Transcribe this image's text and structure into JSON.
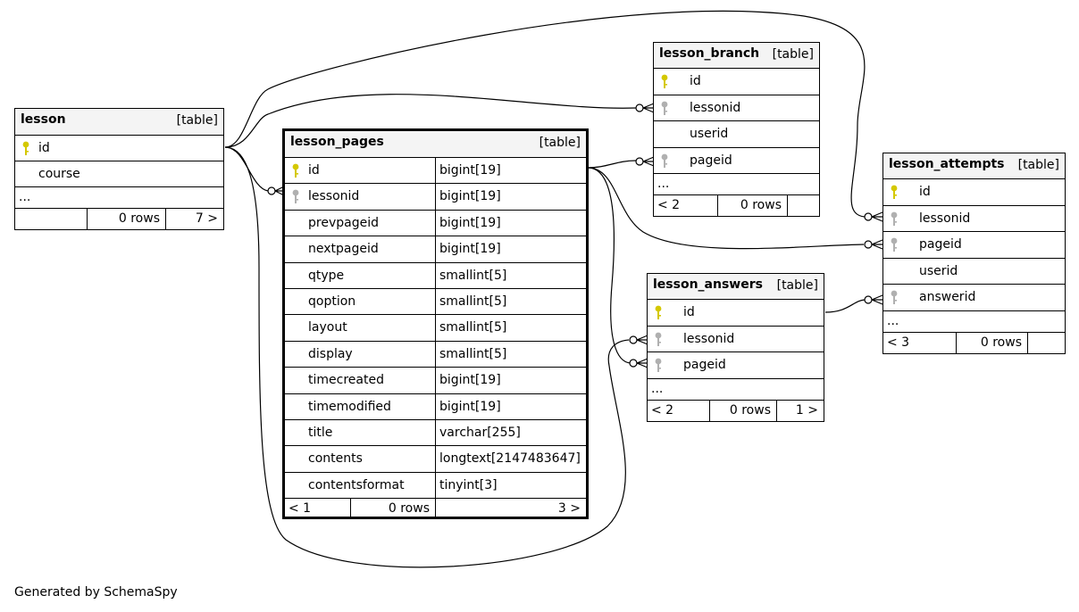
{
  "tables": {
    "lesson": {
      "name": "lesson",
      "type": "[table]",
      "columns": [
        {
          "name": "id",
          "key": "primary"
        },
        {
          "name": "course",
          "key": ""
        }
      ],
      "more": "...",
      "footer": {
        "left": "",
        "rows": "0 rows",
        "right": "7 >"
      }
    },
    "lesson_pages": {
      "name": "lesson_pages",
      "type": "[table]",
      "columns": [
        {
          "name": "id",
          "type": "bigint[19]",
          "key": "primary"
        },
        {
          "name": "lessonid",
          "type": "bigint[19]",
          "key": "foreign"
        },
        {
          "name": "prevpageid",
          "type": "bigint[19]",
          "key": ""
        },
        {
          "name": "nextpageid",
          "type": "bigint[19]",
          "key": ""
        },
        {
          "name": "qtype",
          "type": "smallint[5]",
          "key": ""
        },
        {
          "name": "qoption",
          "type": "smallint[5]",
          "key": ""
        },
        {
          "name": "layout",
          "type": "smallint[5]",
          "key": ""
        },
        {
          "name": "display",
          "type": "smallint[5]",
          "key": ""
        },
        {
          "name": "timecreated",
          "type": "bigint[19]",
          "key": ""
        },
        {
          "name": "timemodified",
          "type": "bigint[19]",
          "key": ""
        },
        {
          "name": "title",
          "type": "varchar[255]",
          "key": ""
        },
        {
          "name": "contents",
          "type": "longtext[2147483647]",
          "key": ""
        },
        {
          "name": "contentsformat",
          "type": "tinyint[3]",
          "key": ""
        }
      ],
      "footer": {
        "left": "< 1",
        "rows": "0 rows",
        "right": "3 >"
      }
    },
    "lesson_branch": {
      "name": "lesson_branch",
      "type": "[table]",
      "columns": [
        {
          "name": "id",
          "key": "primary"
        },
        {
          "name": "lessonid",
          "key": "foreign"
        },
        {
          "name": "userid",
          "key": ""
        },
        {
          "name": "pageid",
          "key": "foreign"
        }
      ],
      "more": "...",
      "footer": {
        "left": "< 2",
        "rows": "0 rows",
        "right": ""
      }
    },
    "lesson_answers": {
      "name": "lesson_answers",
      "type": "[table]",
      "columns": [
        {
          "name": "id",
          "key": "primary"
        },
        {
          "name": "lessonid",
          "key": "foreign"
        },
        {
          "name": "pageid",
          "key": "foreign"
        }
      ],
      "more": "...",
      "footer": {
        "left": "< 2",
        "rows": "0 rows",
        "right": "1 >"
      }
    },
    "lesson_attempts": {
      "name": "lesson_attempts",
      "type": "[table]",
      "columns": [
        {
          "name": "id",
          "key": "primary"
        },
        {
          "name": "lessonid",
          "key": "foreign"
        },
        {
          "name": "pageid",
          "key": "foreign"
        },
        {
          "name": "userid",
          "key": ""
        },
        {
          "name": "answerid",
          "key": "foreign"
        }
      ],
      "more": "...",
      "footer": {
        "left": "< 3",
        "rows": "0 rows",
        "right": ""
      }
    }
  },
  "colors": {
    "primary_key": "#d4c800",
    "foreign_key": "#b0b0b0",
    "header_bg": "#f4f4f4"
  },
  "generated_by": "Generated by SchemaSpy"
}
